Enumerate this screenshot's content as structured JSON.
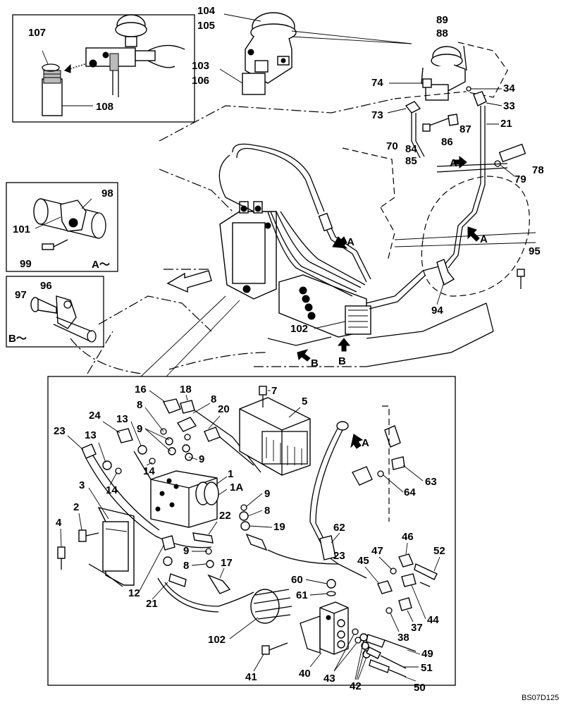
{
  "diagram": {
    "code": "BS07D125",
    "views": {
      "view_a_tag": "A～",
      "view_b_tag": "B～"
    },
    "arrows": {
      "a": "A",
      "b": "B"
    },
    "callouts": {
      "c104": "104",
      "c105": "105",
      "c103": "103",
      "c106": "106",
      "c107": "107",
      "c108": "108",
      "c89": "89",
      "c88": "88",
      "c74": "74",
      "c34": "34",
      "c73": "73",
      "c33": "33",
      "c87": "87",
      "c21a": "21",
      "c70": "70",
      "c84": "84",
      "c85": "85",
      "c86": "86",
      "c78": "78",
      "c79": "79",
      "c98": "98",
      "c101": "101",
      "c99": "99",
      "c96": "96",
      "c97": "97",
      "c95": "95",
      "c94": "94",
      "c102a": "102",
      "c16": "16",
      "c18": "18",
      "c7": "7",
      "c8a": "8",
      "c8b": "8",
      "c20": "20",
      "c5": "5",
      "c24": "24",
      "c13a": "13",
      "c9a": "9",
      "c23a": "23",
      "c13b": "13",
      "c14a": "14",
      "c9b": "9",
      "c1": "1",
      "c14b": "14",
      "c1A": "1A",
      "c3": "3",
      "c2": "2",
      "c4": "4",
      "c9c": "9",
      "c8c": "8",
      "c22": "22",
      "c19": "19",
      "c9d": "9",
      "c8d": "8",
      "c17": "17",
      "c12": "12",
      "c21b": "21",
      "c102b": "102",
      "c63": "63",
      "c64": "64",
      "c62": "62",
      "c23b": "23",
      "c47": "47",
      "c46": "46",
      "c52": "52",
      "c45": "45",
      "c60": "60",
      "c61": "61",
      "c44": "44",
      "c37": "37",
      "c38": "38",
      "c49": "49",
      "c41": "41",
      "c40": "40",
      "c43": "43",
      "c51": "51",
      "c42": "42",
      "c50": "50"
    }
  }
}
